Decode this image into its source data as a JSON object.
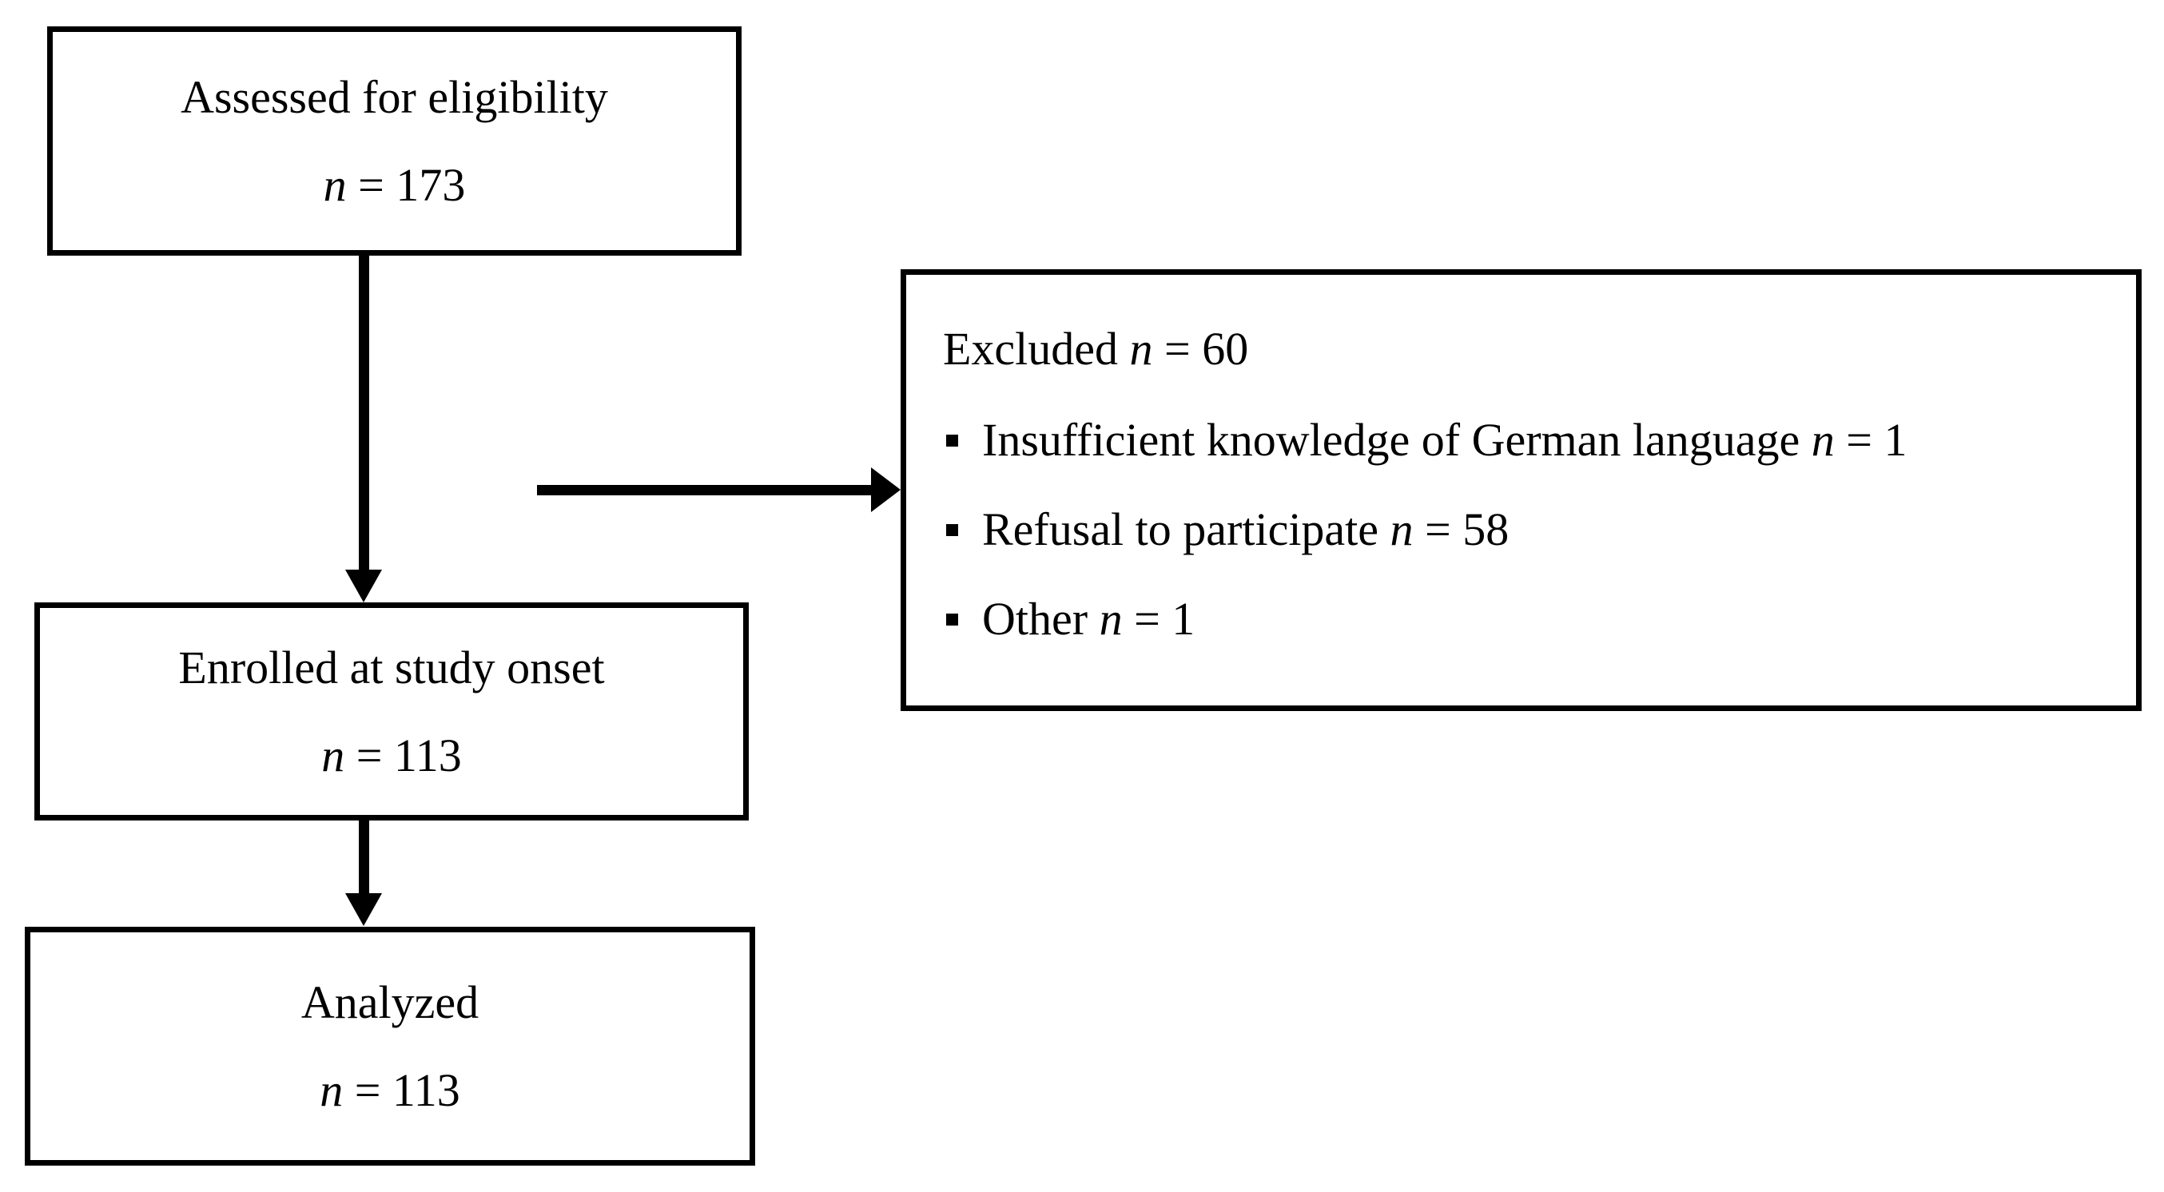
{
  "figure": {
    "background_color": "#ffffff",
    "line_color": "#000000",
    "bullet_icon": "square-bullet-icon"
  },
  "boxes": {
    "assessed": {
      "label": "Assessed for eligibility",
      "n_italic": "n",
      "n_rest": " = 173"
    },
    "enrolled": {
      "label": "Enrolled at study onset",
      "n_italic": "n",
      "n_rest": " = 113"
    },
    "analyzed": {
      "label": "Analyzed",
      "n_italic": "n",
      "n_rest": " = 113"
    },
    "excluded": {
      "title_prefix": "Excluded ",
      "title_n": "n",
      "title_rest": " = 60",
      "items": [
        {
          "prefix": "Insufficient knowledge of German language ",
          "n": "n",
          "rest": " = 1"
        },
        {
          "prefix": "Refusal to participate ",
          "n": "n",
          "rest": " = 58"
        },
        {
          "prefix": "Other ",
          "n": "n",
          "rest": " = 1"
        }
      ]
    }
  }
}
